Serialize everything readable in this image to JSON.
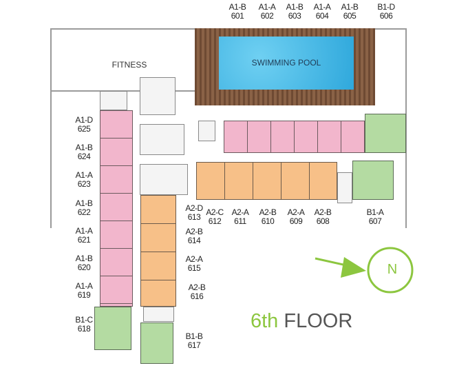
{
  "title": {
    "ordinal": "6th",
    "word": "FLOOR"
  },
  "amenities": {
    "fitness": "FITNESS",
    "pool": "SWIMMING POOL"
  },
  "compass": {
    "label": "N"
  },
  "colors": {
    "type_a1": "#f2b6cc",
    "type_a2": "#f7c088",
    "type_b1": "#b4dba2",
    "accent": "#8cc63f",
    "pool": "#3db4e4"
  },
  "units": [
    {
      "type": "A1-B",
      "number": "601"
    },
    {
      "type": "A1-A",
      "number": "602"
    },
    {
      "type": "A1-B",
      "number": "603"
    },
    {
      "type": "A1-A",
      "number": "604"
    },
    {
      "type": "A1-B",
      "number": "605"
    },
    {
      "type": "B1-D",
      "number": "606"
    },
    {
      "type": "B1-A",
      "number": "607"
    },
    {
      "type": "A2-B",
      "number": "608"
    },
    {
      "type": "A2-A",
      "number": "609"
    },
    {
      "type": "A2-B",
      "number": "610"
    },
    {
      "type": "A2-A",
      "number": "611"
    },
    {
      "type": "A2-C",
      "number": "612"
    },
    {
      "type": "A2-D",
      "number": "613"
    },
    {
      "type": "A2-B",
      "number": "614"
    },
    {
      "type": "A2-A",
      "number": "615"
    },
    {
      "type": "A2-B",
      "number": "616"
    },
    {
      "type": "B1-B",
      "number": "617"
    },
    {
      "type": "B1-C",
      "number": "618"
    },
    {
      "type": "A1-A",
      "number": "619"
    },
    {
      "type": "A1-B",
      "number": "620"
    },
    {
      "type": "A1-A",
      "number": "621"
    },
    {
      "type": "A1-B",
      "number": "622"
    },
    {
      "type": "A1-A",
      "number": "623"
    },
    {
      "type": "A1-B",
      "number": "624"
    },
    {
      "type": "A1-D",
      "number": "625"
    }
  ]
}
